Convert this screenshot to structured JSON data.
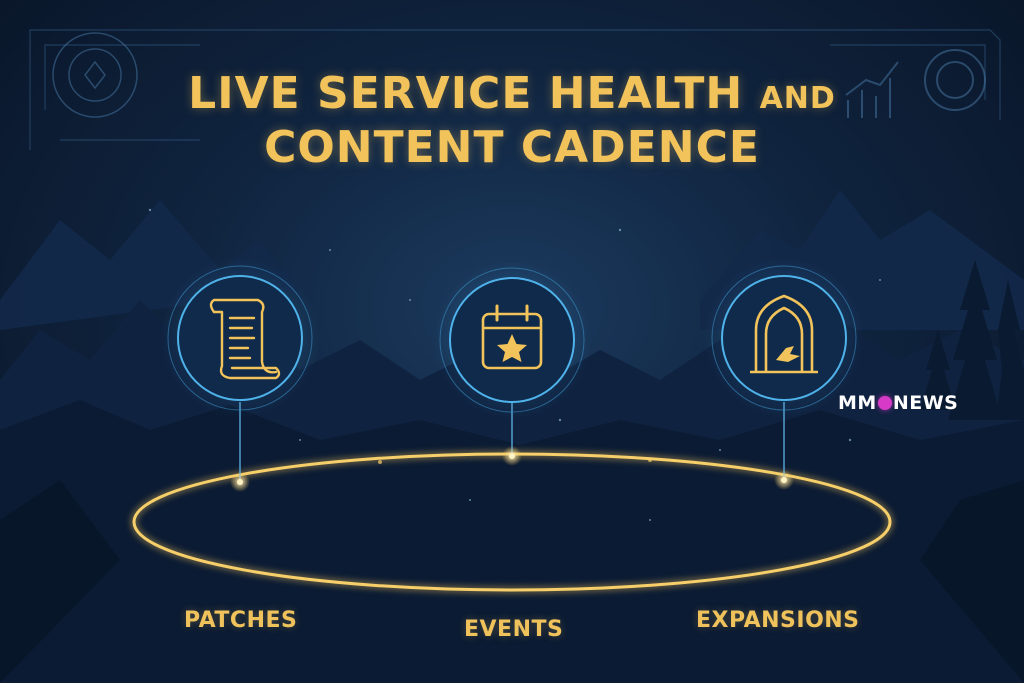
{
  "title": {
    "line1_main": "LIVE SERVICE HEALTH",
    "line1_small": "AND",
    "line2": "CONTENT CADENCE"
  },
  "nodes": [
    {
      "label": "PATCHES",
      "icon": "scroll-icon"
    },
    {
      "label": "EVENTS",
      "icon": "calendar-star-icon"
    },
    {
      "label": "EXPANSIONS",
      "icon": "portal-arch-icon"
    }
  ],
  "logo": {
    "left": "MM",
    "right": "NEWS",
    "mark_color": "#d63ac7"
  },
  "colors": {
    "gold": "#f2c35a",
    "glow_blue": "#3fa9e6",
    "background": "#0a1628"
  }
}
